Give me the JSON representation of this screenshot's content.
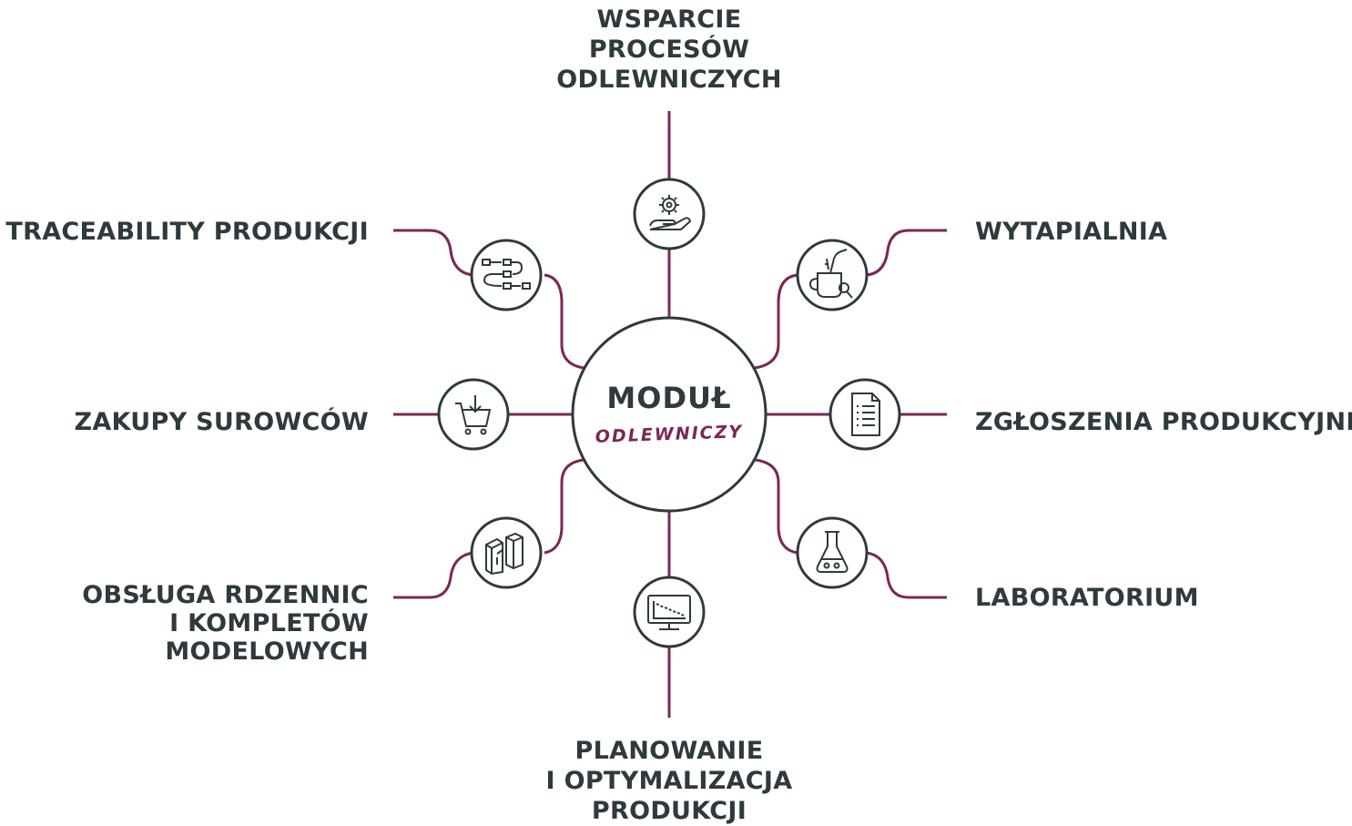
{
  "center": {
    "title": "MODUŁ",
    "subtitle": "ODLEWNICZY"
  },
  "nodes": [
    {
      "id": "wsparcie",
      "label_lines": [
        "WSPARCIE",
        "PROCESÓW",
        "ODLEWNICZYCH"
      ],
      "icon": "gear-hand-icon"
    },
    {
      "id": "wytapialnia",
      "label_lines": [
        "WYTAPIALNIA"
      ],
      "icon": "ladle-pour-icon"
    },
    {
      "id": "zgloszenia",
      "label_lines": [
        "ZGŁOSZENIA PRODUKCYJNE"
      ],
      "icon": "document-list-icon"
    },
    {
      "id": "laboratorium",
      "label_lines": [
        "LABORATORIUM"
      ],
      "icon": "flask-icon"
    },
    {
      "id": "planowanie",
      "label_lines": [
        "PLANOWANIE",
        "I OPTYMALIZACJA",
        "PRODUKCJI"
      ],
      "icon": "monitor-chart-icon"
    },
    {
      "id": "obsluga",
      "label_lines": [
        "OBSŁUGA RDZENNIC",
        "I KOMPLETÓW",
        "MODELOWYCH"
      ],
      "icon": "boxes-icon"
    },
    {
      "id": "zakupy",
      "label_lines": [
        "ZAKUPY SUROWCÓW"
      ],
      "icon": "cart-icon"
    },
    {
      "id": "traceability",
      "label_lines": [
        "TRACEABILITY PRODUKCJI"
      ],
      "icon": "flow-process-icon"
    }
  ],
  "colors": {
    "line": "#7a2855",
    "circle_stroke": "#2e3a3d",
    "text": "#2e3a3d",
    "accent": "#7a2855"
  }
}
